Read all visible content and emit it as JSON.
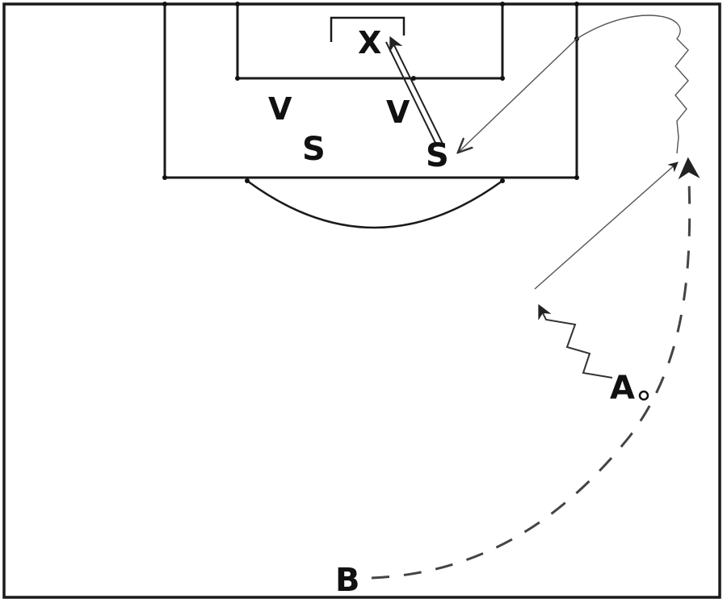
{
  "diagram": {
    "colors": {
      "ink": "#111111",
      "background": "#ffffff",
      "path": "#555555"
    },
    "players": {
      "x": "X",
      "v1": "V",
      "v2": "V",
      "s1": "S",
      "s2": "S",
      "a": "A",
      "b": "B"
    }
  }
}
